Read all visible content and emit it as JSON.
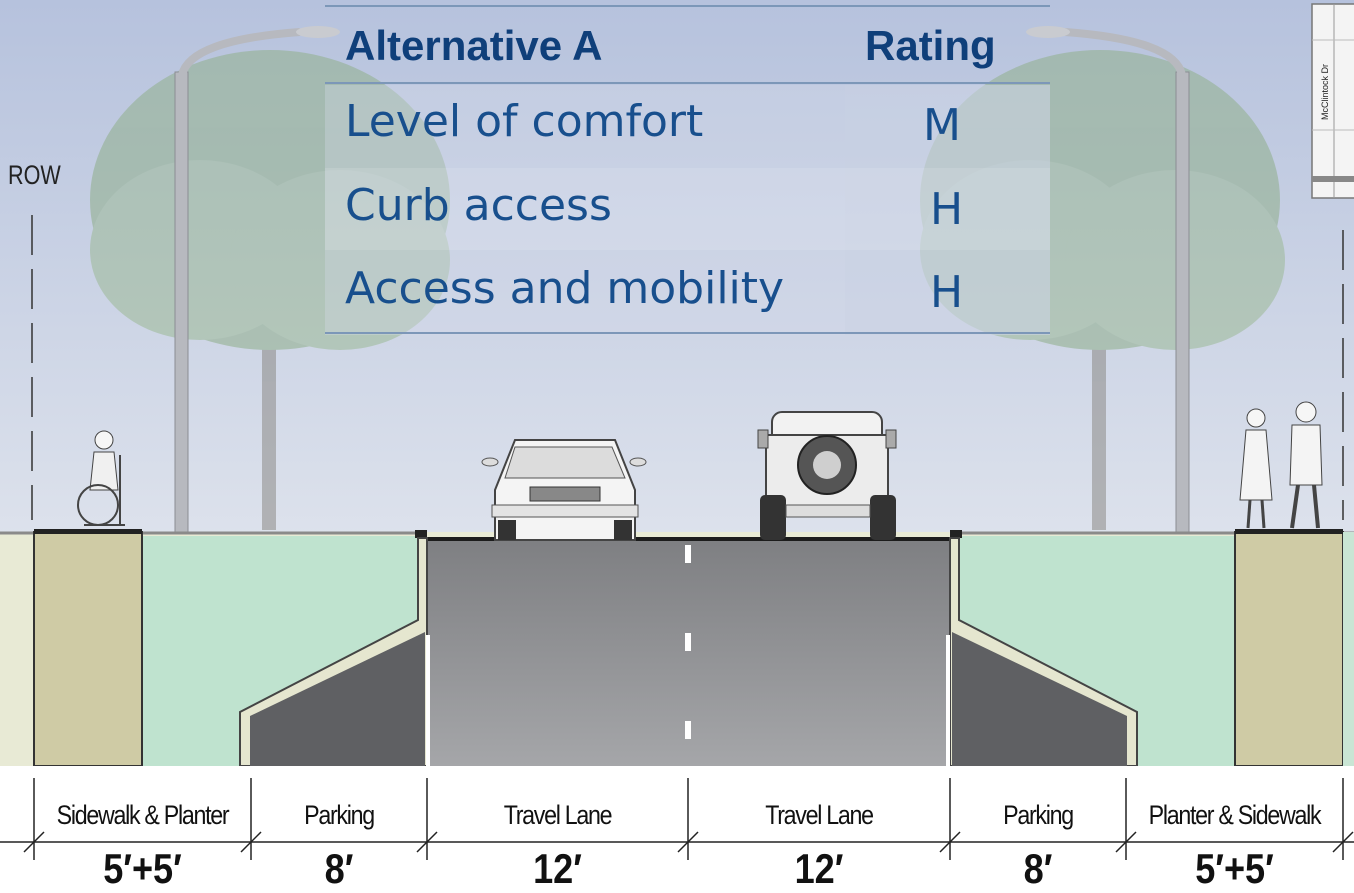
{
  "row_label": "ROW",
  "rating_table": {
    "header": {
      "alternative": "Alternative A",
      "rating": "Rating"
    },
    "rows": [
      {
        "criterion": "Level of comfort",
        "rating": "M"
      },
      {
        "criterion": "Curb access",
        "rating": "H"
      },
      {
        "criterion": "Access and mobility",
        "rating": "H"
      }
    ]
  },
  "map_inset": {
    "street_label": "McClintock Dr"
  },
  "segments": [
    {
      "label": "Sidewalk & Planter",
      "width": "5′+5′"
    },
    {
      "label": "Parking",
      "width": "8′"
    },
    {
      "label": "Travel Lane",
      "width": "12′"
    },
    {
      "label": "Travel Lane",
      "width": "12′"
    },
    {
      "label": "Parking",
      "width": "8′"
    },
    {
      "label": "Planter & Sidewalk",
      "width": "5′+5′"
    }
  ],
  "colors": {
    "sky_top": "#b8c4de",
    "sky_bottom": "#d9dfeb",
    "sidewalk": "#cfcca6",
    "planter": "#bfe3cf",
    "road": "#8e8f92",
    "road_dark": "#5f6063",
    "title_blue": "#0f3f7a",
    "text_blue": "#184f8d"
  }
}
